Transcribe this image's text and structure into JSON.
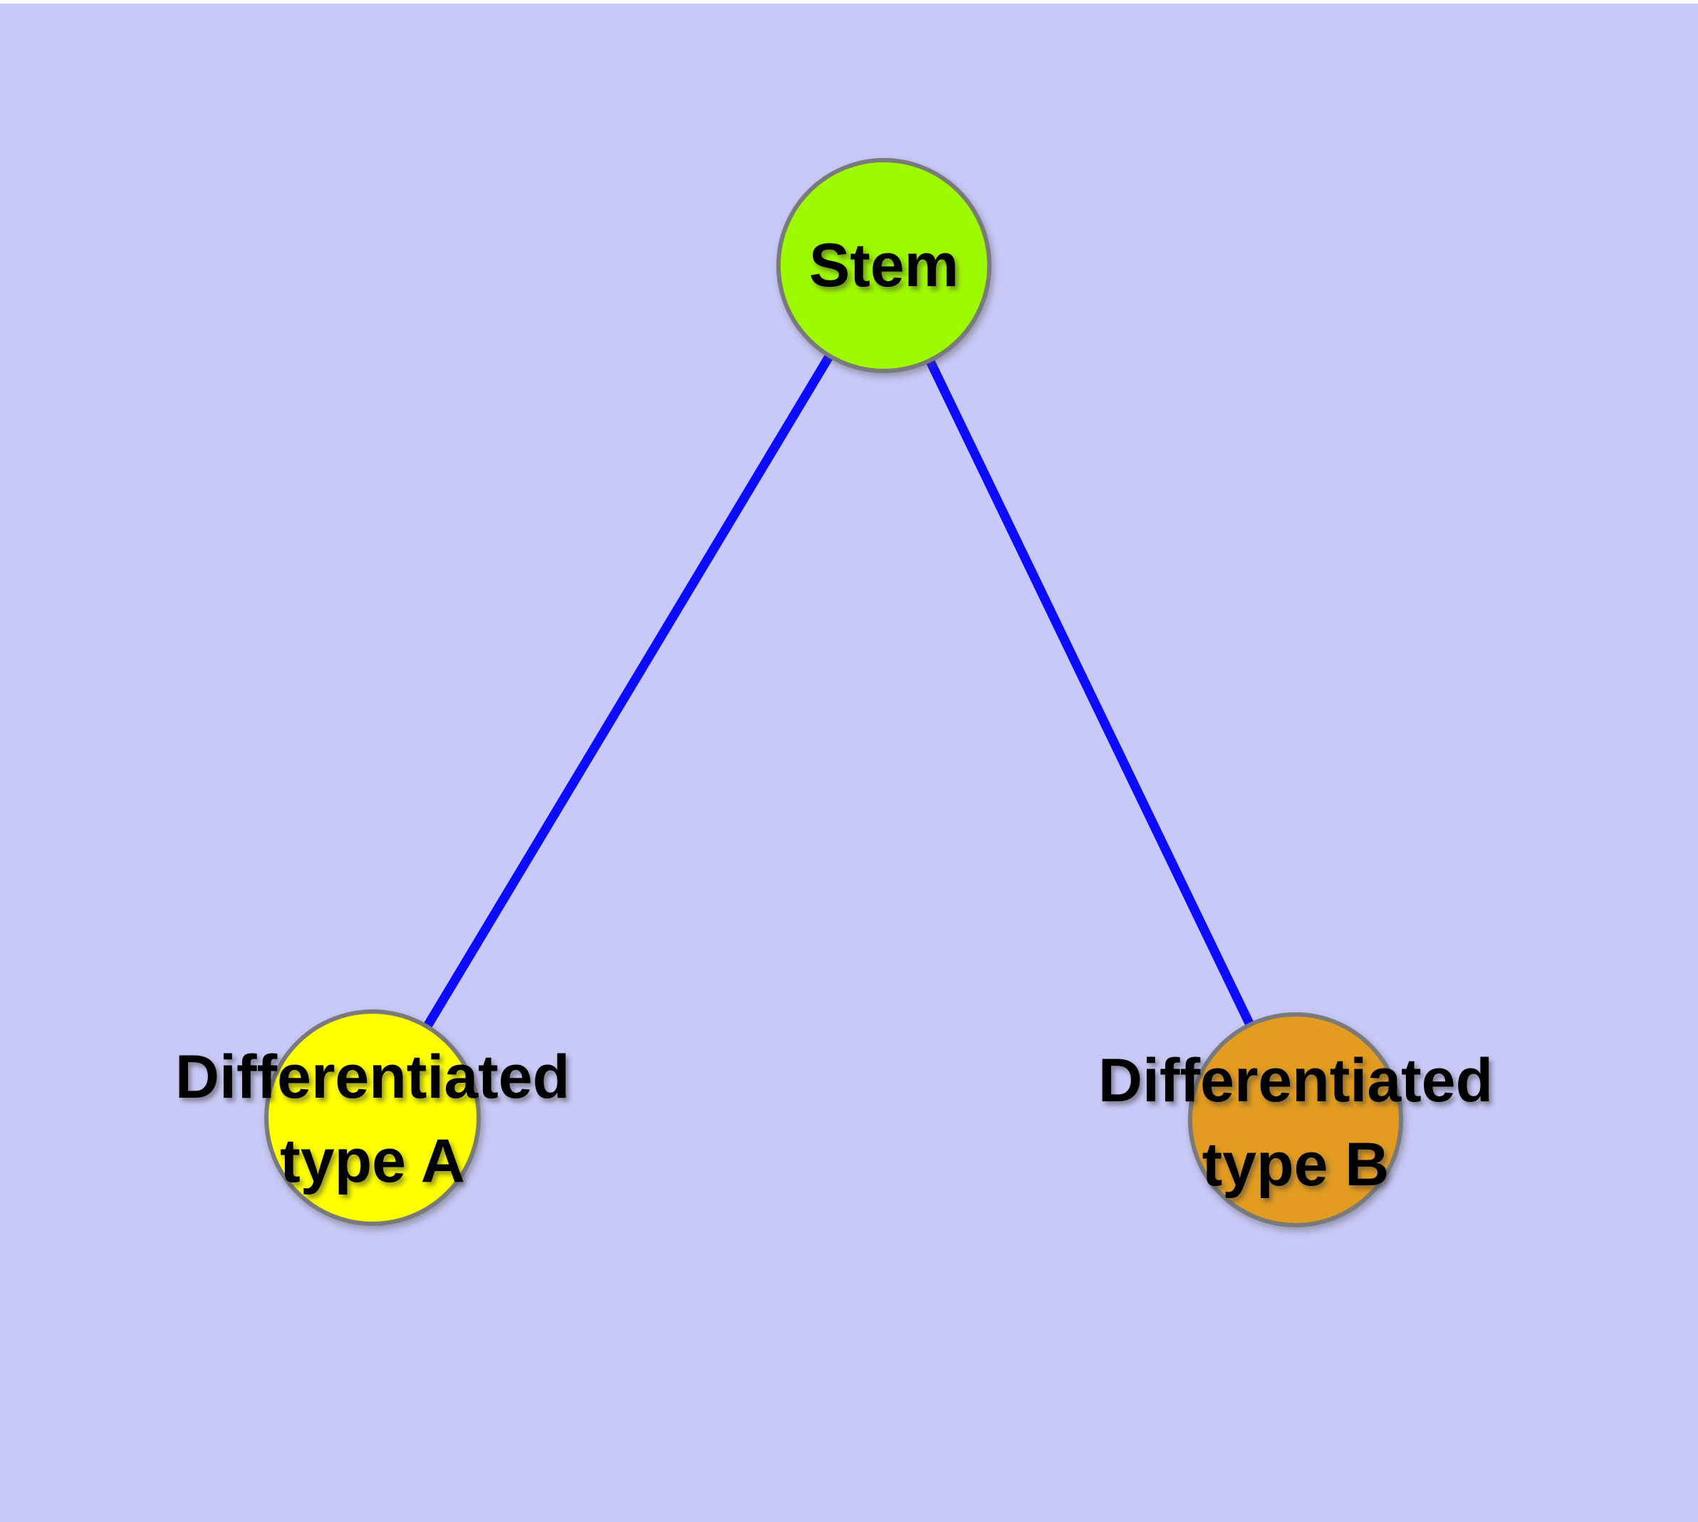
{
  "page": {
    "background_color": "#c9c9f8",
    "top_edge_color": "#fcfcfe"
  },
  "diagram": {
    "type": "graph",
    "edge_color": "#0b0bff",
    "node_border_color": "#7a7a7a",
    "nodes": {
      "stem": {
        "label": "Stem",
        "fill": "#9efa00"
      },
      "type_a": {
        "line1": "Differentiated",
        "line2": "type A",
        "fill": "#ffff00"
      },
      "type_b": {
        "line1": "Differentiated",
        "line2": "type B",
        "fill": "#e39c20"
      }
    },
    "edges": [
      {
        "from": "stem",
        "to": "type_a"
      },
      {
        "from": "stem",
        "to": "type_b"
      }
    ]
  }
}
